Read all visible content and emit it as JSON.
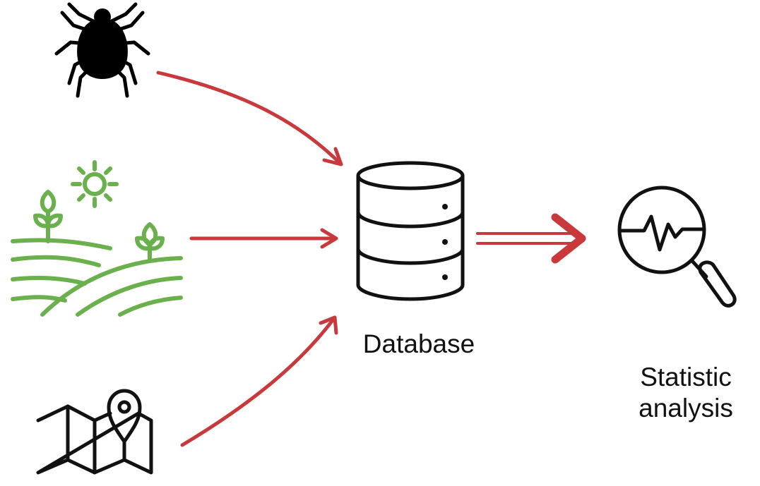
{
  "nodes": {
    "database": {
      "label": "Database",
      "icon": "database-icon"
    },
    "analysis": {
      "label_line1": "Statistic",
      "label_line2": "analysis",
      "icon": "magnifier-chart-icon"
    },
    "inputs": [
      {
        "icon": "tick-icon"
      },
      {
        "icon": "farmland-icon"
      },
      {
        "icon": "map-pin-icon"
      }
    ]
  },
  "colors": {
    "arrow": "#c9383a",
    "icon_line": "#111111",
    "farm_green": "#6ab04c"
  }
}
